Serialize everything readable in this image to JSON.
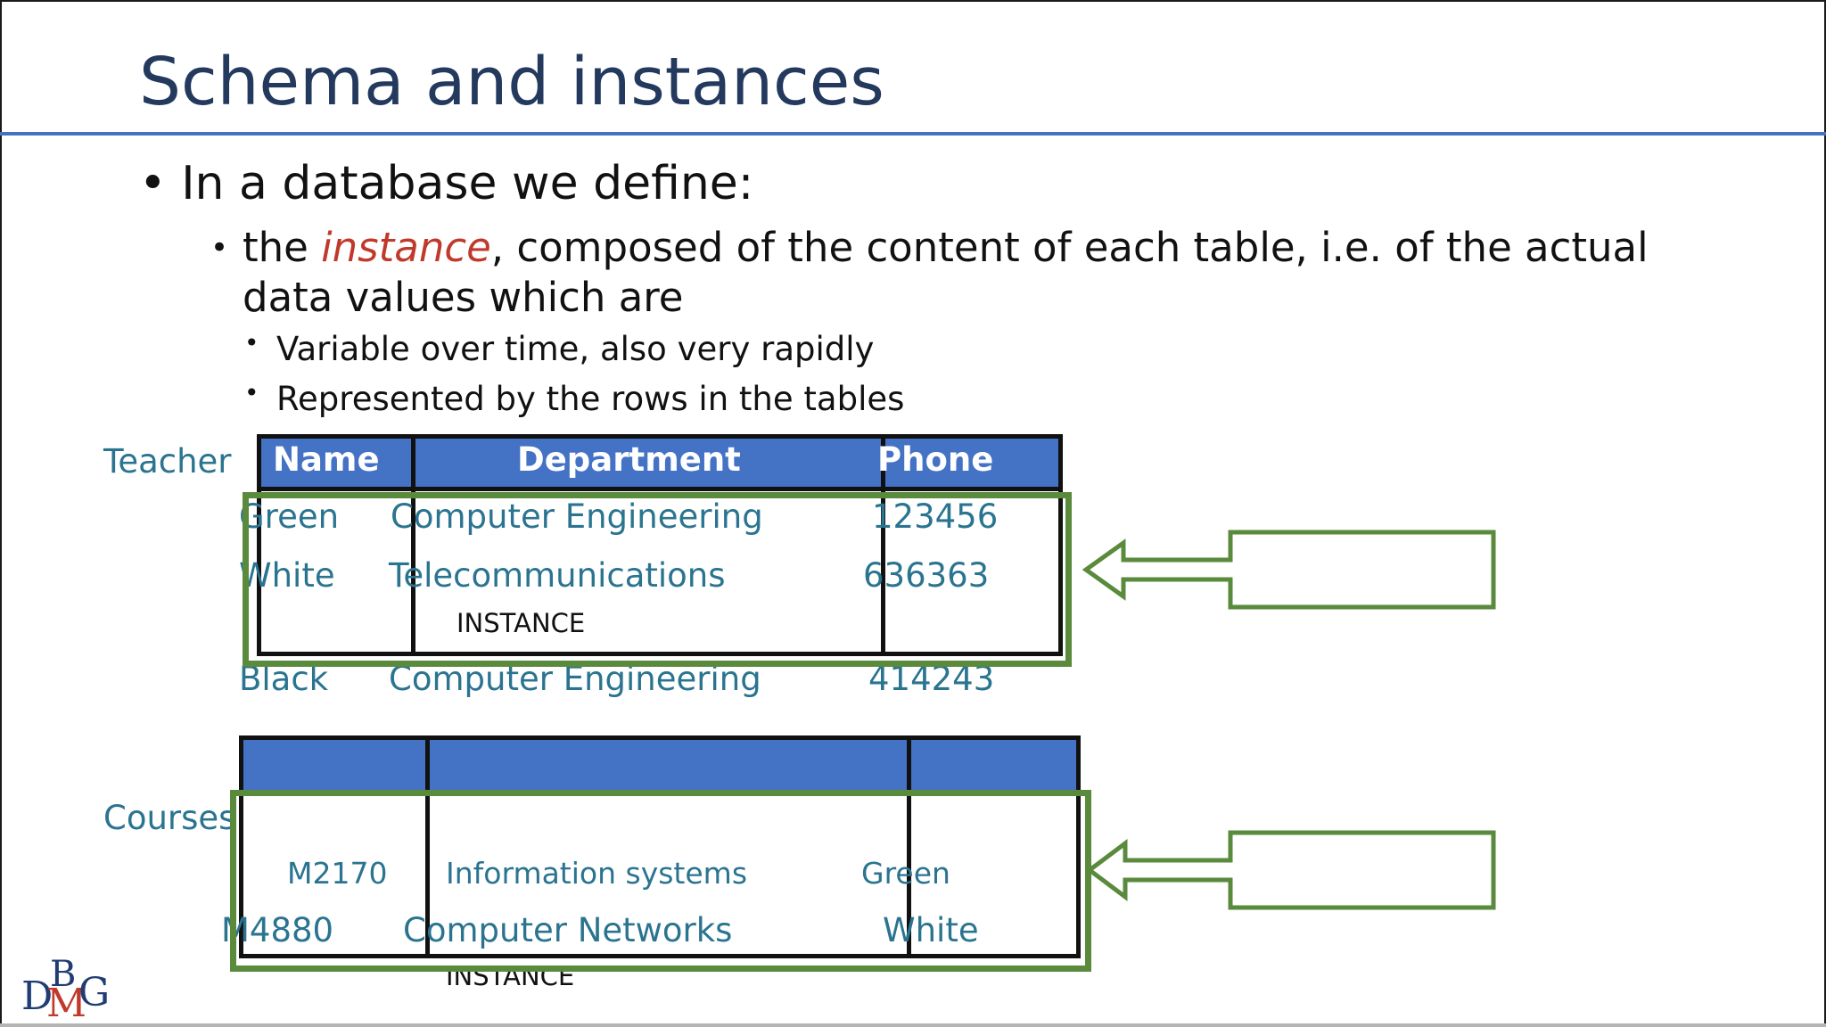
{
  "slide": {
    "title": "Schema and instances",
    "bullet1": "In a database we define:",
    "bullet2_pre": "the ",
    "bullet2_em": "instance",
    "bullet2_line1_post": ", composed of the content of each table, i.e. of the actual",
    "bullet2_line2": "data values which are",
    "sub1": "Variable over time, also very rapidly",
    "sub2": "Represented by the rows in the tables"
  },
  "teacher": {
    "label": "Teacher",
    "headers": [
      "Name",
      "Department",
      "Phone"
    ],
    "rows": [
      [
        "Green",
        "Computer Engineering",
        "123456"
      ],
      [
        "White",
        "Telecommunications",
        "636363"
      ],
      [
        "Black",
        "Computer Engineering",
        "414243"
      ]
    ],
    "instance_label": "INSTANCE"
  },
  "courses": {
    "label": "Courses",
    "rows": [
      [
        "M2170",
        "Information systems",
        "Green"
      ],
      [
        "M4880",
        "Computer Networks",
        "White"
      ]
    ],
    "instance_label": "INSTANCE"
  },
  "colors": {
    "title": "#23395d",
    "accent_blue": "#4472c4",
    "highlight_red": "#c0392b",
    "teal_text": "#2a7490",
    "green_outline": "#5a8a3c"
  },
  "icons": {
    "arrow": "left-arrow-outline-icon",
    "logo": "dbmg-logo"
  },
  "logo": {
    "letters": [
      "D",
      "B",
      "M",
      "G"
    ]
  }
}
